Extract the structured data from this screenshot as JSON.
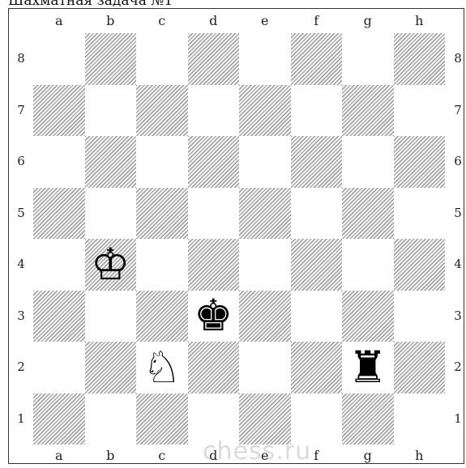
{
  "caption": "Шахматная задача №1",
  "files": [
    "a",
    "b",
    "c",
    "d",
    "e",
    "f",
    "g",
    "h"
  ],
  "ranks": [
    "8",
    "7",
    "6",
    "5",
    "4",
    "3",
    "2",
    "1"
  ],
  "pieces": [
    {
      "square": "b4",
      "glyph": "♔",
      "icon": "white-king-icon"
    },
    {
      "square": "d3",
      "glyph": "♚",
      "icon": "black-king-icon"
    },
    {
      "square": "c2",
      "glyph": "♘",
      "icon": "white-knight-icon"
    },
    {
      "square": "g2",
      "glyph": "♜",
      "icon": "black-rook-icon"
    }
  ],
  "watermark": "chess.ru",
  "colors": {
    "dark_hatch": "#9a9a9a",
    "light": "#ffffff",
    "border": "#333333"
  }
}
